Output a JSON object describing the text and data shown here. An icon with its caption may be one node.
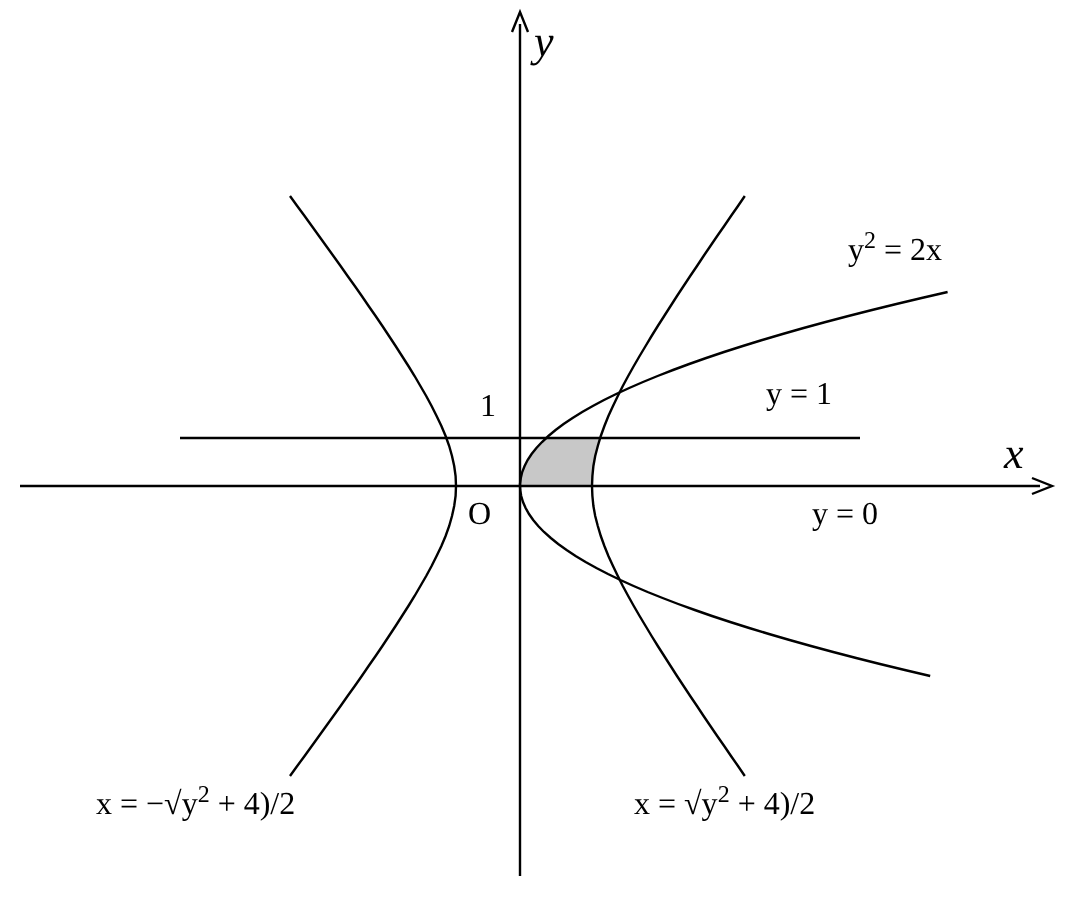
{
  "diagram": {
    "labels": [
      "y",
      "y$^{2}$ = 2x",
      "1",
      "y = 1",
      "x",
      "O",
      "y = 0",
      "x = −√y$^{2}$ + 4)/2",
      "x = √y$^{2}$ + 4)/2"
    ]
  }
}
